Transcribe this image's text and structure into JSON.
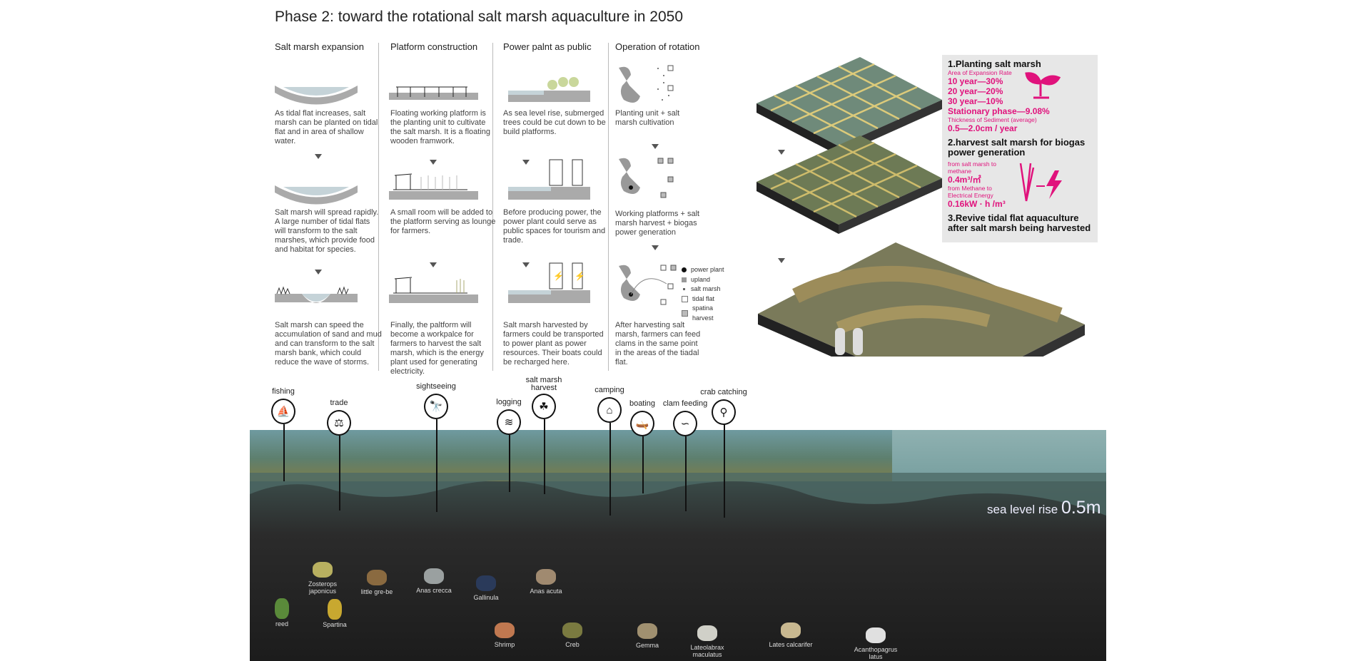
{
  "title": "Phase 2: toward the rotational salt marsh aquaculture in 2050",
  "columns": [
    {
      "heading": "Salt marsh expansion",
      "texts": [
        "As tidal flat increases, salt marsh can be planted on tidal flat and in area of shallow water.",
        "Salt marsh will spread rapidly. A large number of tidal flats will transform to the salt marshes, which provide food and habitat for species.",
        "Salt marsh can speed the accumulation of sand and mud and can transform to the salt marsh bank, which could reduce the wave of storms."
      ]
    },
    {
      "heading": "Platform construction",
      "texts": [
        "Floating working platform is the planting unit to cultivate the salt marsh. It is a floating wooden framwork.",
        "A small room will be added to the platform serving as lounge for farmers.",
        "Finally, the paltform will become a workpalce for farmers to harvest the salt marsh, which is the energy plant used for generating electricity."
      ]
    },
    {
      "heading": "Power palnt as public",
      "texts": [
        "As sea level rise, submerged trees could be cut down to be build platforms.",
        "Before producing power, the power plant could serve as public spaces for tourism and trade.",
        "Salt marsh harvested by farmers could be transported to power plant as power resources. Their boats could be recharged here."
      ]
    },
    {
      "heading": "Operation of rotation",
      "texts": [
        "Planting unit + salt marsh cultivation",
        "Working platforms + salt marsh harvest + biogas power generation",
        "After harvesting salt marsh, farmers can feed clams in the same point in the areas of the tiadal flat."
      ]
    }
  ],
  "legend": [
    {
      "label": "power plant",
      "color": "#111111"
    },
    {
      "label": "upland",
      "color": "#999999"
    },
    {
      "label": "salt marsh",
      "color": "#666666"
    },
    {
      "label": "tidal flat",
      "color": "#ffffff"
    },
    {
      "label": "spatina harvest",
      "color": "#bbbbbb"
    }
  ],
  "panel": {
    "s1_title": "1.Planting salt marsh",
    "s1_sub": "Area of Expansion Rate",
    "s1_rates": [
      "10 year—30%",
      "20 year—20%",
      "30 year—10%",
      "Stationary phase—9.08%"
    ],
    "s1_sub2": "Thickness of Sediment (average)",
    "s1_value2": "0.5—2.0cm / year",
    "s2_title": "2.harvest salt marsh for biogas power generation",
    "s2_sub1": "from salt marsh to methane",
    "s2_val1": "0.4m³/㎡",
    "s2_sub2": "from Methane to Electrical Energy",
    "s2_val2": "0.16kW · h /m³",
    "s3_title": "3.Revive tidal flat aquaculture after salt marsh being harvested",
    "accent": "#e0127c"
  },
  "activities": [
    {
      "label": "fishing",
      "icon": "⛵"
    },
    {
      "label": "trade",
      "icon": "⚖"
    },
    {
      "label": "sightseeing",
      "icon": "🔭"
    },
    {
      "label": "logging",
      "icon": "≋"
    },
    {
      "label": "salt marsh harvest",
      "icon": "☘"
    },
    {
      "label": "camping",
      "icon": "⌂"
    },
    {
      "label": "boating",
      "icon": "🛶"
    },
    {
      "label": "clam feeding",
      "icon": "∽"
    },
    {
      "label": "crab catching",
      "icon": "⚲"
    }
  ],
  "species": [
    {
      "label": "reed",
      "color": "#5a8a3a"
    },
    {
      "label": "Zosterops japonicus",
      "color": "#b8b060"
    },
    {
      "label": "little gre-be",
      "color": "#8a6a40"
    },
    {
      "label": "Anas crecca",
      "color": "#9aa0a0"
    },
    {
      "label": "Gallinula",
      "color": "#2a3a5a"
    },
    {
      "label": "Anas acuta",
      "color": "#a08a70"
    },
    {
      "label": "Spartina",
      "color": "#c8a830"
    },
    {
      "label": "Shrimp",
      "color": "#c07850"
    },
    {
      "label": "Creb",
      "color": "#7a7a40"
    },
    {
      "label": "Gemma",
      "color": "#a09070"
    },
    {
      "label": "Lateolabrax maculatus",
      "color": "#d0d0c8"
    },
    {
      "label": "Lates calcarifer",
      "color": "#c8b890"
    },
    {
      "label": "Acanthopagrus latus",
      "color": "#e0e0e0"
    }
  ],
  "sea_level": {
    "text": "sea level rise",
    "value": "0.5m"
  }
}
